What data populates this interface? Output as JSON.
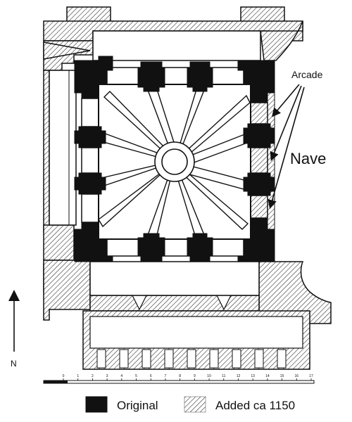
{
  "labels": {
    "arcade": "Arcade",
    "nave": "Nave",
    "north": "N"
  },
  "scale": {
    "ticks": [
      "0",
      "1",
      "2",
      "3",
      "4",
      "5",
      "6",
      "7",
      "8",
      "9",
      "10",
      "11",
      "12",
      "13",
      "14",
      "15",
      "16",
      "17"
    ]
  },
  "legend": {
    "original": "Original",
    "added": "Added ca 1150"
  },
  "colors": {
    "ink": "#111111",
    "paper": "#ffffff"
  }
}
